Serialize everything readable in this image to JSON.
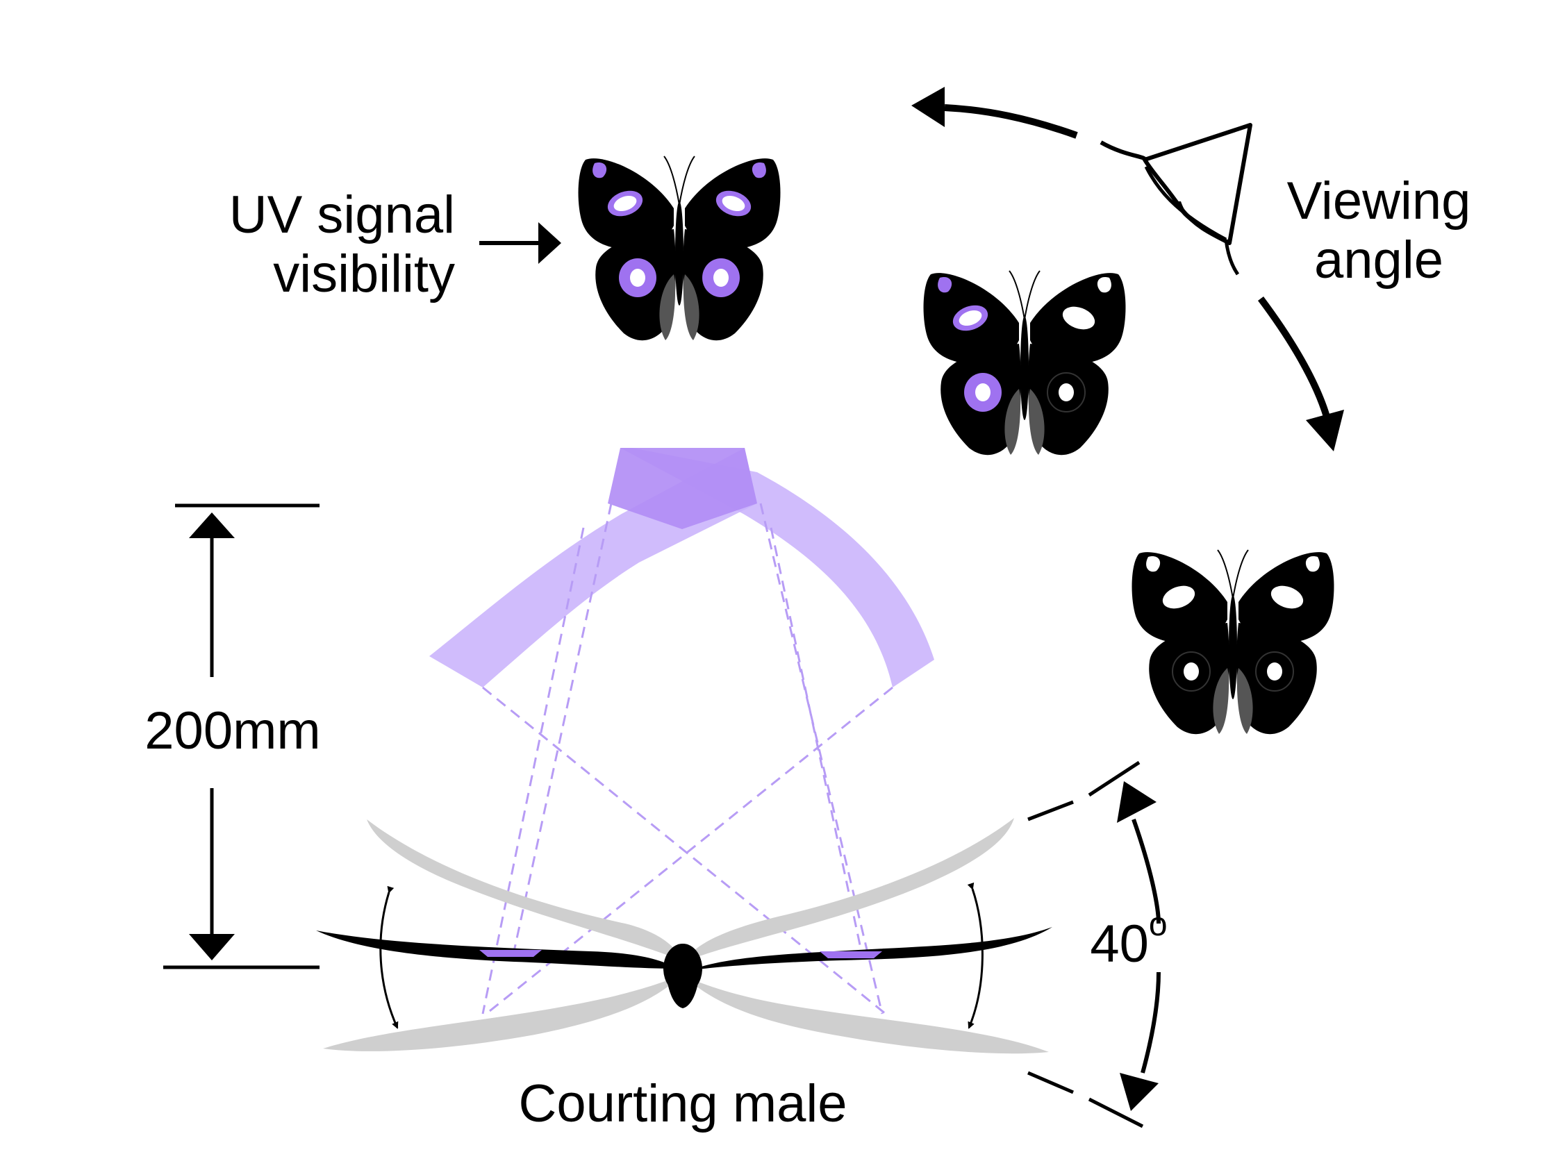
{
  "labels": {
    "uv_line1": "UV signal",
    "uv_line2": "visibility",
    "viewing_line1": "Viewing",
    "viewing_line2": "angle",
    "distance": "200mm",
    "angle_value": "40",
    "angle_unit": "o",
    "courting": "Courting male"
  },
  "butterflies": [
    {
      "name": "butterfly-full-uv",
      "forewing_uv": true,
      "hindwing_uv": true,
      "right_side_uv": true
    },
    {
      "name": "butterfly-partial-uv",
      "forewing_uv": true,
      "hindwing_uv": true,
      "right_side_uv": false
    },
    {
      "name": "butterfly-no-uv",
      "forewing_uv": false,
      "hindwing_uv": false,
      "right_side_uv": false
    }
  ],
  "colors": {
    "uv_purple": "#9f72f0",
    "uv_band": "#c8b0fb",
    "uv_band_overlap": "#b08cf5",
    "wing_black": "#000000",
    "wing_gray": "#c8c8c8"
  }
}
